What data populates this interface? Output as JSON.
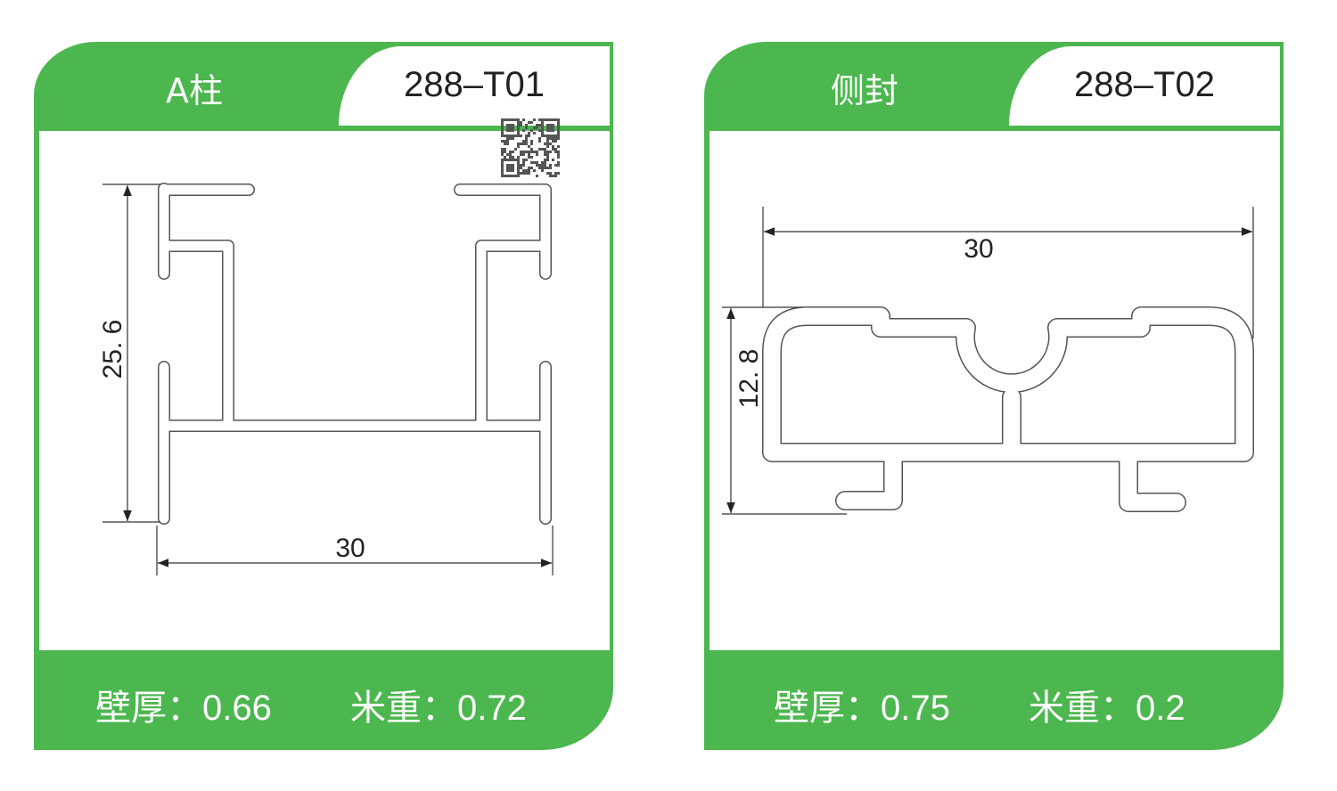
{
  "colors": {
    "accent": "#4cb74f",
    "text_dark": "#222222"
  },
  "cards": [
    {
      "name": "A柱",
      "code": "288–T01",
      "wall_label": "壁厚：",
      "wall_value": "0.66",
      "weight_label": "米重：",
      "weight_value": "0.72",
      "dim_height": "25. 6",
      "dim_width": "30"
    },
    {
      "name": "侧封",
      "code": "288–T02",
      "wall_label": "壁厚：",
      "wall_value": "0.75",
      "weight_label": "米重：",
      "weight_value": "0.2",
      "dim_height": "12. 8",
      "dim_width": "30"
    }
  ],
  "qr_icon": "qr-code-icon"
}
